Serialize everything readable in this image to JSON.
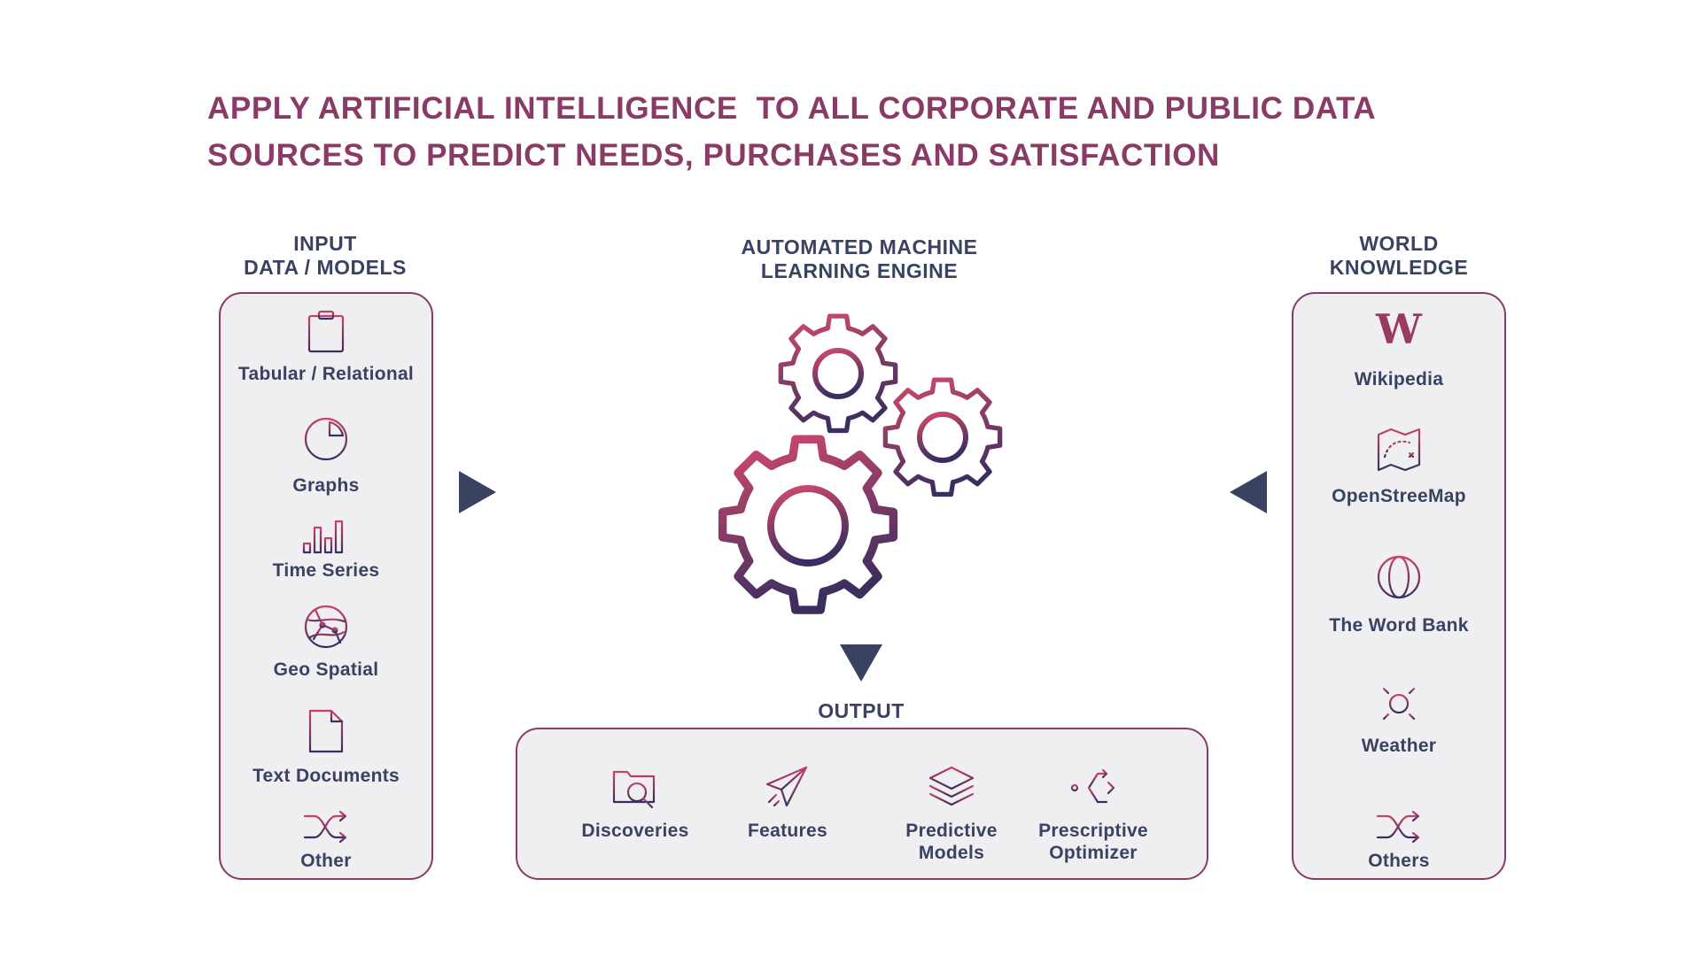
{
  "title": {
    "line1": "APPLY ARTIFICIAL INTELLIGENCE  TO ALL CORPORATE AND PUBLIC DATA",
    "line2": "SOURCES TO PREDICT NEEDS, PURCHASES AND SATISFACTION"
  },
  "input": {
    "heading_line1": "INPUT",
    "heading_line2": "DATA / MODELS",
    "items": [
      {
        "label": "Tabular / Relational",
        "icon": "clipboard-icon"
      },
      {
        "label": "Graphs",
        "icon": "pie-chart-icon"
      },
      {
        "label": "Time Series",
        "icon": "bar-chart-icon"
      },
      {
        "label": "Geo Spatial",
        "icon": "globe-network-icon"
      },
      {
        "label": "Text Documents",
        "icon": "document-icon"
      },
      {
        "label": "Other",
        "icon": "shuffle-icon"
      }
    ]
  },
  "engine": {
    "heading_line1": "AUTOMATED MACHINE",
    "heading_line2": "LEARNING ENGINE",
    "icon": "gears-icon"
  },
  "world": {
    "heading_line1": "WORLD",
    "heading_line2": "KNOWLEDGE",
    "items": [
      {
        "label": "Wikipedia",
        "icon": "wikipedia-icon",
        "glyph": "W"
      },
      {
        "label": "OpenStreeMap",
        "icon": "map-icon"
      },
      {
        "label": "The Word Bank",
        "icon": "globe-icon"
      },
      {
        "label": "Weather",
        "icon": "sun-icon"
      },
      {
        "label": "Others",
        "icon": "shuffle-icon"
      }
    ]
  },
  "output": {
    "heading": "OUTPUT",
    "items": [
      {
        "label": "Discoveries",
        "icon": "folder-search-icon"
      },
      {
        "label": "Features",
        "icon": "paper-plane-icon"
      },
      {
        "label_line1": "Predictive",
        "label_line2": "Models",
        "icon": "layers-icon"
      },
      {
        "label_line1": "Prescriptive",
        "label_line2": "Optimizer",
        "icon": "split-arrow-icon"
      }
    ]
  },
  "colors": {
    "accent": "#8a3a66",
    "text": "#3a4262",
    "panel": "#efeff1",
    "gradient_start": "#c4436a",
    "gradient_end": "#3a2e5e"
  }
}
